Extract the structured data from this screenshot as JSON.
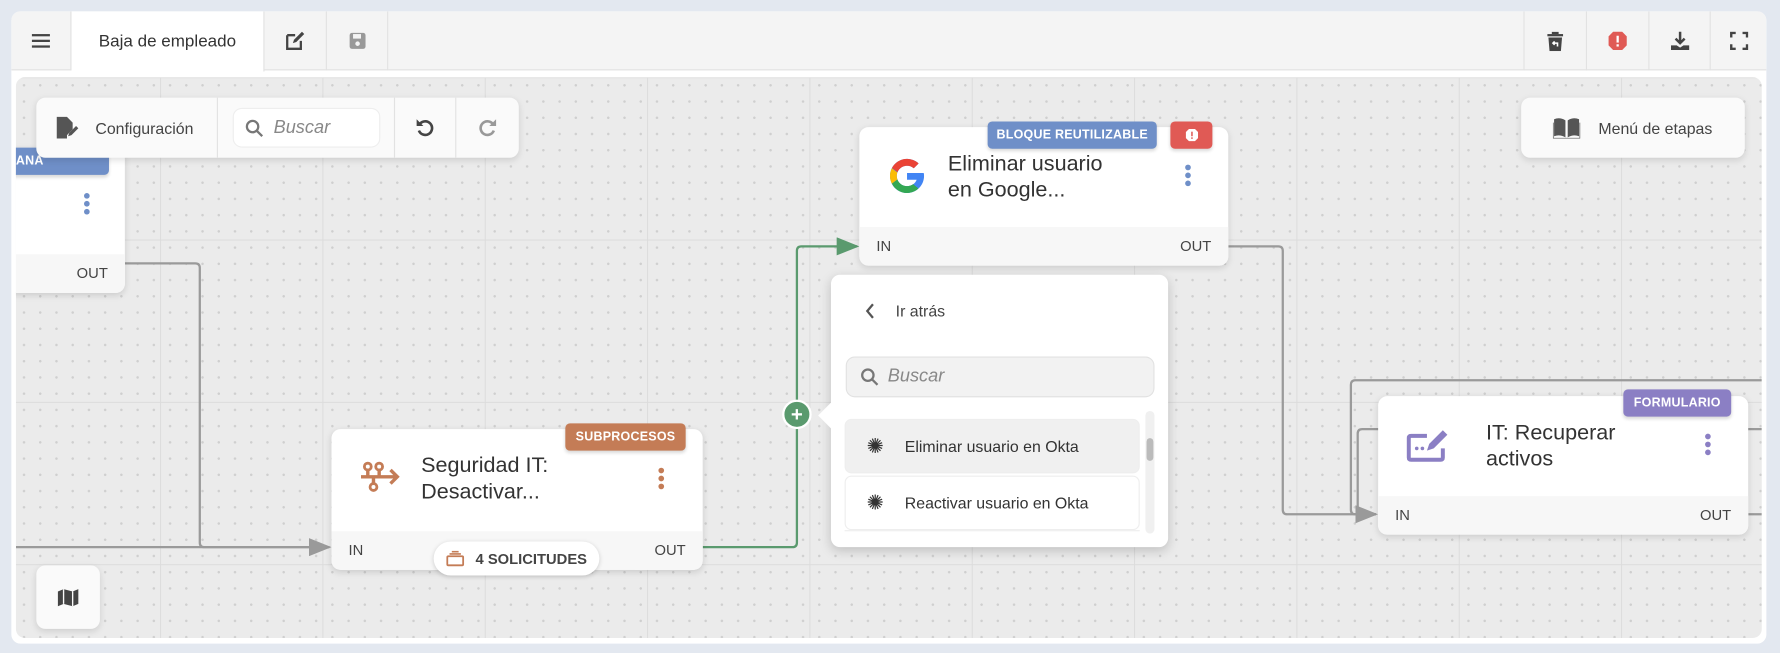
{
  "header": {
    "tab_title": "Baja de empleado",
    "menu_icon": "hamburger-icon",
    "edit_icon": "edit-icon",
    "save_icon": "save-icon",
    "right_actions": [
      "trash-restore-icon",
      "warning-octagon-icon",
      "download-icon",
      "fullscreen-icon"
    ]
  },
  "toolbar": {
    "config_label": "Configuración",
    "search_placeholder": "Buscar",
    "undo_icon": "undo-icon",
    "redo_icon": "redo-icon"
  },
  "stages_menu": {
    "label": "Menú de etapas"
  },
  "nodes": {
    "left": {
      "badge": "ANA",
      "out": "OUT"
    },
    "google": {
      "title_line1": "Eliminar usuario",
      "title_line2": "en Google...",
      "badge": "BLOQUE REUTILIZABLE",
      "in": "IN",
      "out": "OUT",
      "badge_color": "#6f8fc8",
      "alert_color": "#e05a55"
    },
    "seguridad": {
      "title_line1": "Seguridad IT:",
      "title_line2": "Desactivar...",
      "badge": "SUBPROCESOS",
      "in": "IN",
      "out": "OUT",
      "requests": "4 SOLICITUDES",
      "color": "#c47c56"
    },
    "it": {
      "title_line1": "IT: Recuperar",
      "title_line2": "activos",
      "badge": "FORMULARIO",
      "in": "IN",
      "out": "OUT",
      "color": "#8b7fc4"
    }
  },
  "popup": {
    "back_label": "Ir atrás",
    "search_placeholder": "Buscar",
    "items": [
      {
        "label": "Eliminar usuario en Okta",
        "icon": "okta-icon"
      },
      {
        "label": "Reactivar usuario en Okta",
        "icon": "okta-icon"
      }
    ]
  },
  "colors": {
    "accent_green": "#5a9a6e",
    "connector": "#9a9a9a"
  }
}
